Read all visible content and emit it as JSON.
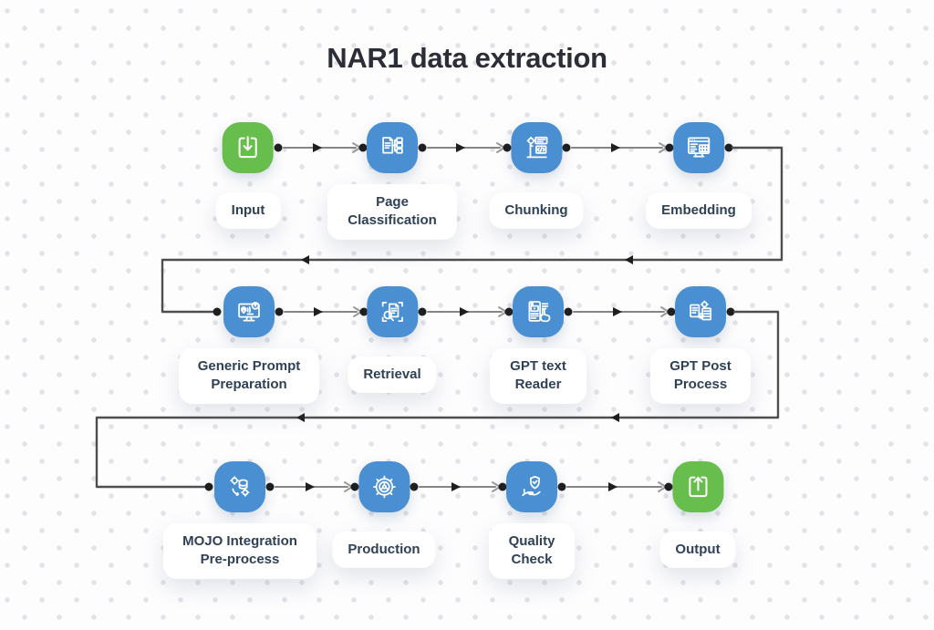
{
  "title": "NAR1 data extraction",
  "colors": {
    "node_blue": "#4a8fd2",
    "node_green": "#68be4d",
    "connector_line": "#858585",
    "wrap_line": "#4e4e4e",
    "connector_marker": "#1e1e1e",
    "label_text": "#2f4156",
    "title_text": "#2b2e36",
    "background": "#fdfdfe",
    "dot_pattern": "#e2e2e8"
  },
  "flow_sequence": [
    "Input",
    "Page Classification",
    "Chunking",
    "Embedding",
    "Generic Prompt Preparation",
    "Retrieval",
    "GPT text Reader",
    "GPT Post Process",
    "MOJO Integration Pre-process",
    "Production",
    "Quality Check",
    "Output"
  ],
  "nodes": [
    {
      "label": "Input",
      "icon": "input-download-icon",
      "color": "#68be4d"
    },
    {
      "label": "Page Classification",
      "icon": "page-classification-icon",
      "color": "#4a8fd2"
    },
    {
      "label": "Chunking",
      "icon": "chunking-machine-icon",
      "color": "#4a8fd2"
    },
    {
      "label": "Embedding",
      "icon": "embedding-window-icon",
      "color": "#4a8fd2"
    },
    {
      "label": "Generic Prompt Preparation",
      "icon": "prompt-monitor-icon",
      "color": "#4a8fd2"
    },
    {
      "label": "Retrieval",
      "icon": "retrieval-search-icon",
      "color": "#4a8fd2"
    },
    {
      "label": "GPT text Reader",
      "icon": "text-reader-icon",
      "color": "#4a8fd2"
    },
    {
      "label": "GPT Post Process",
      "icon": "post-process-icon",
      "color": "#4a8fd2"
    },
    {
      "label": "MOJO Integration Pre-process",
      "icon": "integration-gears-icon",
      "color": "#4a8fd2"
    },
    {
      "label": "Production",
      "icon": "production-gear-icon",
      "color": "#4a8fd2"
    },
    {
      "label": "Quality Check",
      "icon": "quality-shield-icon",
      "color": "#4a8fd2"
    },
    {
      "label": "Output",
      "icon": "output-upload-icon",
      "color": "#68be4d"
    }
  ]
}
